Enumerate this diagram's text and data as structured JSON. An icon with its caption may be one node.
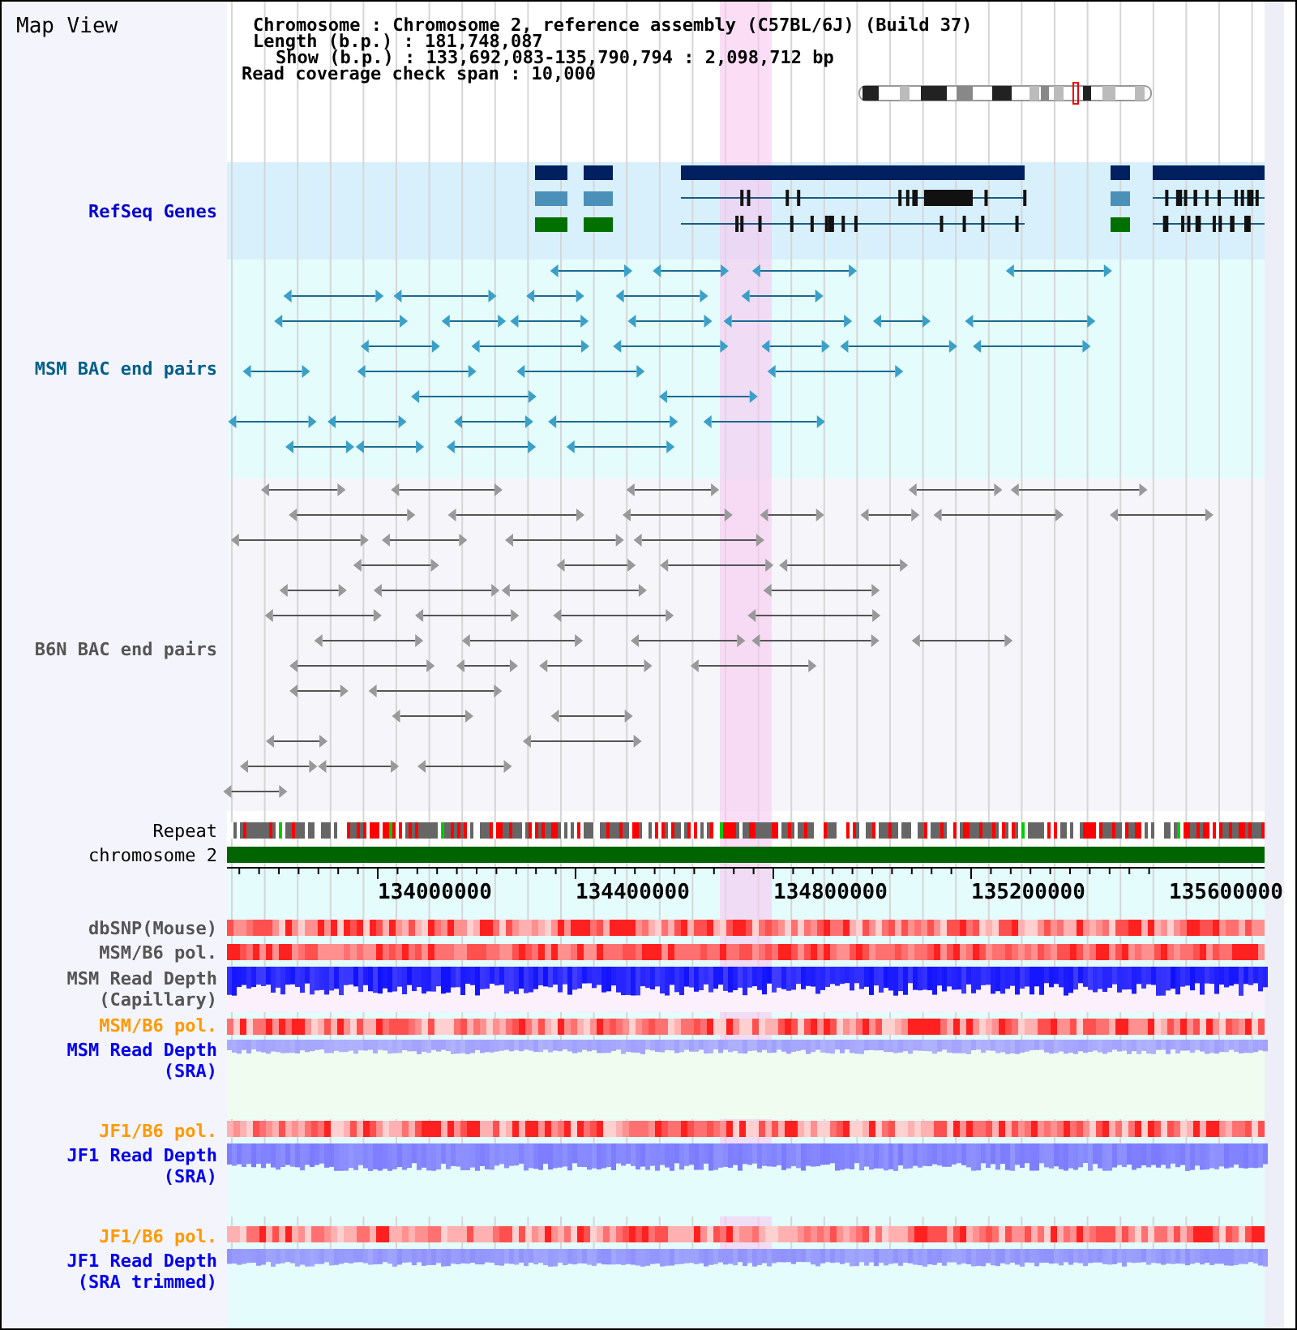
{
  "diagram": {
    "title": "Map View",
    "labels": [
      "Chromosome : Chromosome 2, reference assembly (C57BL/6J) (Build 37)",
      "Length (b.p.) : 181,748,087",
      "Show (b.p.) : 133,692,083-135,790,794 : 2,098,712 bp",
      "Read coverage check span : 10,000",
      "RefSeq Genes",
      "MSM BAC end pairs",
      "B6N BAC end pairs",
      "Repeat",
      "chromosome 2",
      "134000000",
      "134400000",
      "134800000",
      "135200000",
      "135600000",
      "dbSNP(Mouse)",
      "MSM/B6 pol.",
      "MSM Read Depth (Capillary)",
      "MSM/B6 pol.",
      "MSM Read Depth (SRA)",
      "JF1/B6 pol.",
      "JF1 Read Depth (SRA)",
      "JF1/B6 pol.",
      "JF1 Read Depth (SRA trimmed)"
    ]
  }
}
